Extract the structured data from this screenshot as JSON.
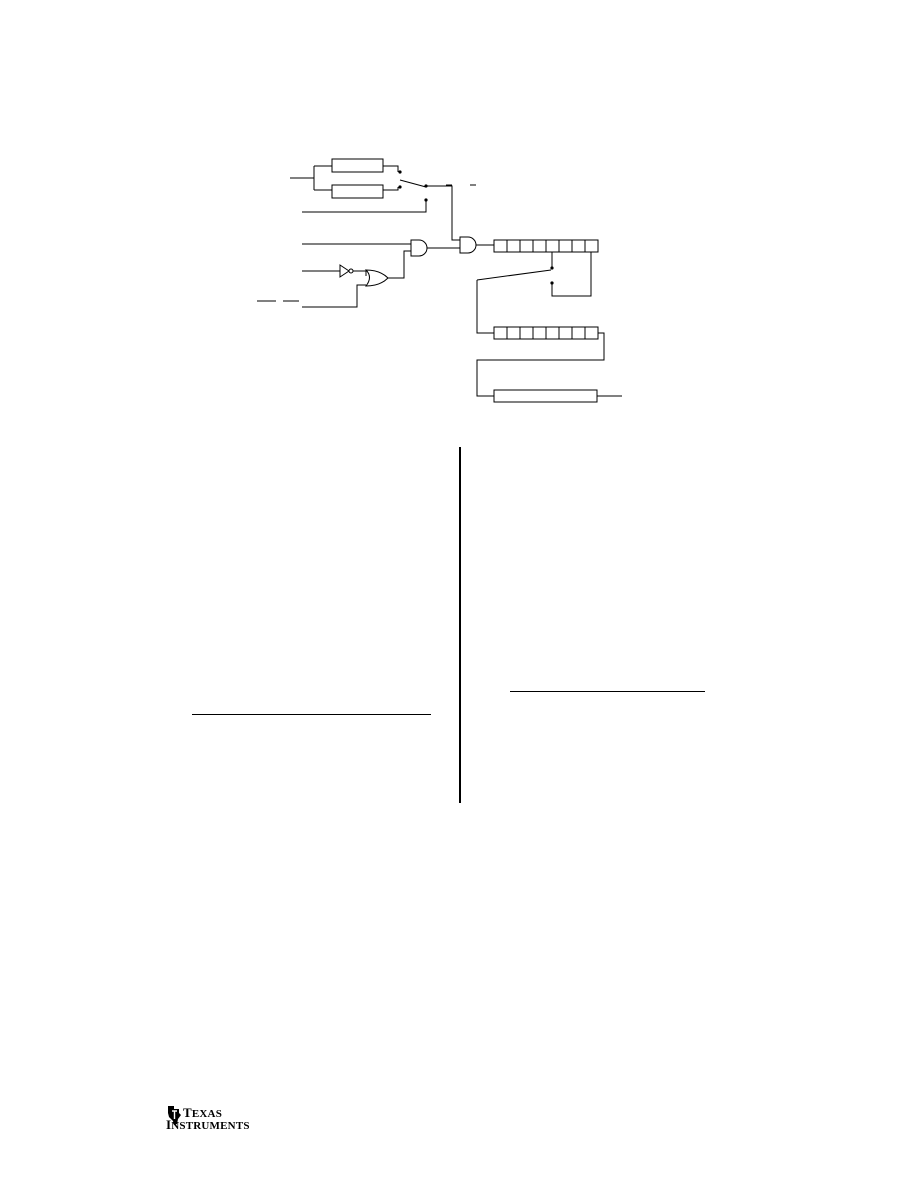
{
  "diagram": {
    "cells_top_register": 8,
    "cells_bottom_register": 8
  },
  "logo": {
    "line1_first": "T",
    "line1_rest": "EXAS",
    "line2_first": "I",
    "line2_rest": "NSTRUMENTS"
  }
}
